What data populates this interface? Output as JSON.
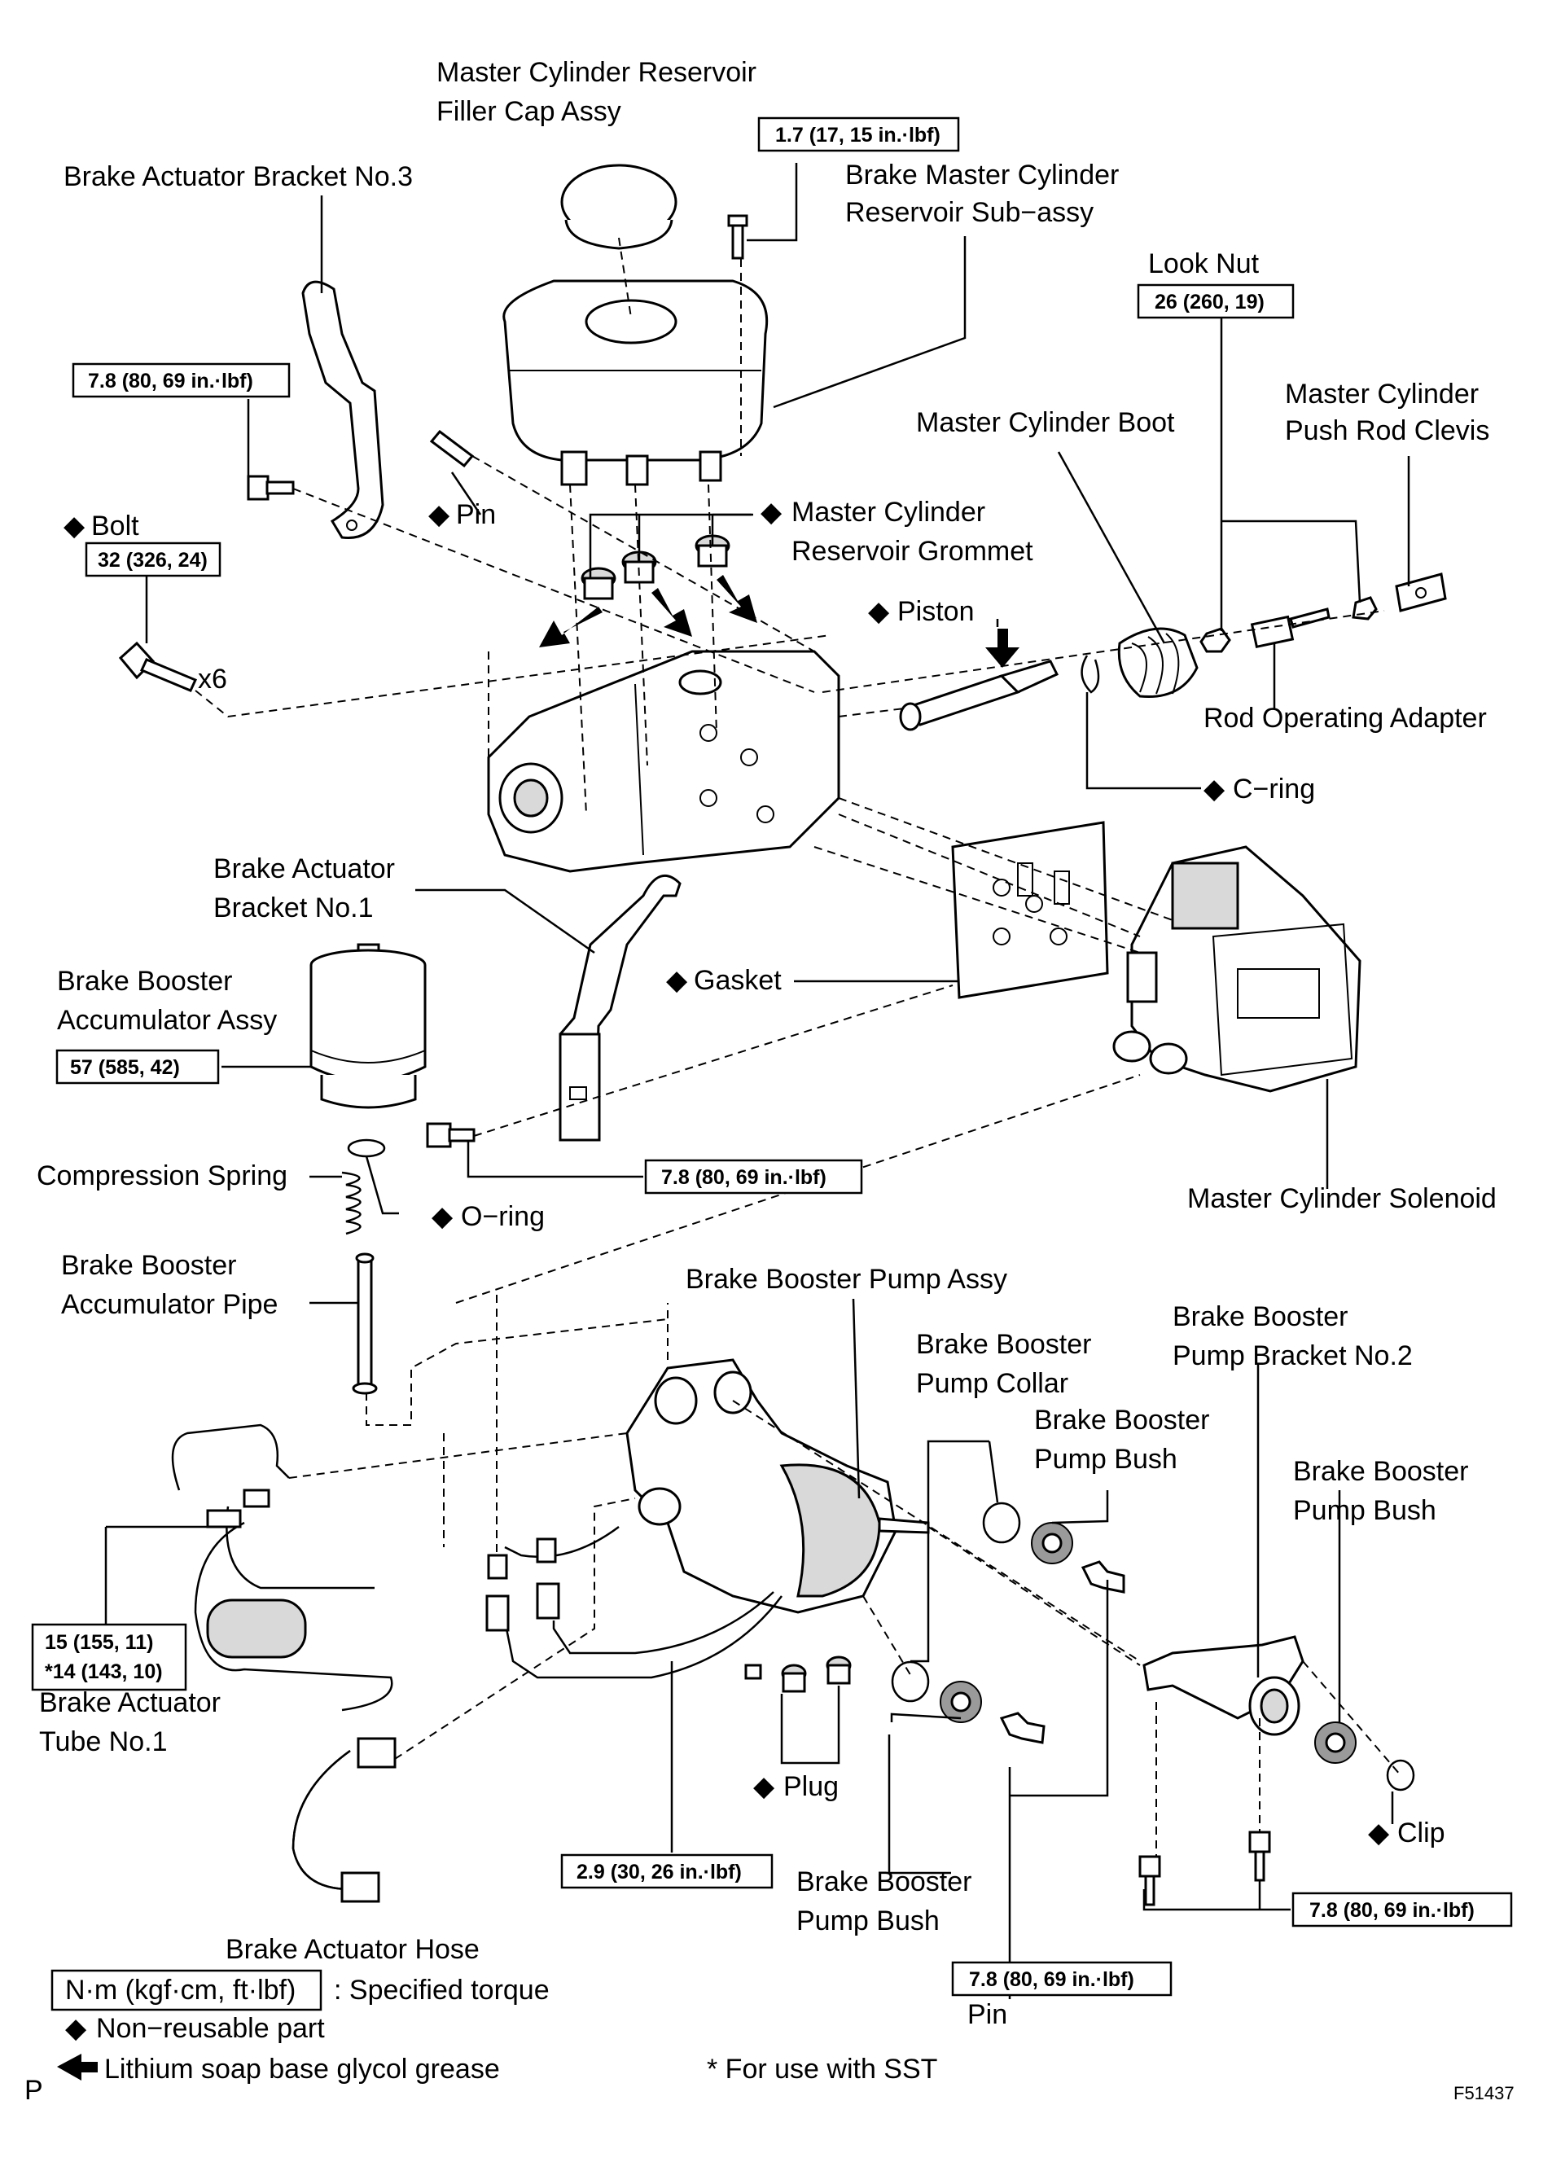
{
  "labels": {
    "filler_cap_1": "Master Cylinder Reservoir",
    "filler_cap_2": "Filler Cap Assy",
    "reservoir_1": "Brake Master Cylinder",
    "reservoir_2": "Reservoir Sub−assy",
    "bracket3": "Brake Actuator Bracket No.3",
    "look_nut": "Look Nut",
    "clevis_1": "Master Cylinder",
    "clevis_2": "Push Rod Clevis",
    "boot": "Master Cylinder Boot",
    "pin": "Pin",
    "bolt": "Bolt",
    "x6": "x6",
    "grommet_1": "Master Cylinder",
    "grommet_2": "Reservoir Grommet",
    "piston": "Piston",
    "rod_adapter": "Rod Operating Adapter",
    "c_ring": "C−ring",
    "bracket1_1": "Brake Actuator",
    "bracket1_2": "Bracket No.1",
    "gasket": "Gasket",
    "accumulator_1": "Brake Booster",
    "accumulator_2": "Accumulator Assy",
    "compression_spring": "Compression Spring",
    "o_ring": "O−ring",
    "solenoid": "Master Cylinder Solenoid",
    "acc_pipe_1": "Brake Booster",
    "acc_pipe_2": "Accumulator Pipe",
    "pump_assy": "Brake Booster Pump Assy",
    "pump_collar_1": "Brake Booster",
    "pump_collar_2": "Pump Collar",
    "pump_bracket2_1": "Brake Booster",
    "pump_bracket2_2": "Pump Bracket No.2",
    "pump_bush_a1": "Brake Booster",
    "pump_bush_a2": "Pump Bush",
    "pump_bush_b1": "Brake Booster",
    "pump_bush_b2": "Pump Bush",
    "pump_bush_c1": "Brake Booster",
    "pump_bush_c2": "Pump Bush",
    "tube1_1": "Brake Actuator",
    "tube1_2": "Tube No.1",
    "plug": "Plug",
    "clip": "Clip",
    "hose": "Brake Actuator Hose",
    "pin_bottom": "Pin"
  },
  "torques": {
    "t_reservoir_screw": "1.7 (17, 15 in.·lbf)",
    "t_look_nut": "26 (260, 19)",
    "t_bracket3": "7.8 (80, 69 in.·lbf)",
    "t_bolt": "32 (326, 24)",
    "t_accumulator": "57 (585, 42)",
    "t_bracket1": "7.8 (80, 69 in.·lbf)",
    "t_tube1_a": "15 (155, 11)",
    "t_tube1_b": "*14 (143, 10)",
    "t_plug": "2.9 (30, 26 in.·lbf)",
    "t_pump_bracket": "7.8 (80, 69 in.·lbf)",
    "t_pin": "7.8 (80, 69 in.·lbf)"
  },
  "legend": {
    "unit_box": "N·m (kgf·cm, ft·lbf)",
    "specified": ": Specified torque",
    "non_reusable": "Non−reusable part",
    "grease": "Lithium soap base glycol grease",
    "sst_note": "* For use with SST"
  },
  "footer": {
    "page_letter": "P",
    "figure_id": "F51437"
  },
  "symbols": {
    "non_reusable_marker": "◆"
  }
}
